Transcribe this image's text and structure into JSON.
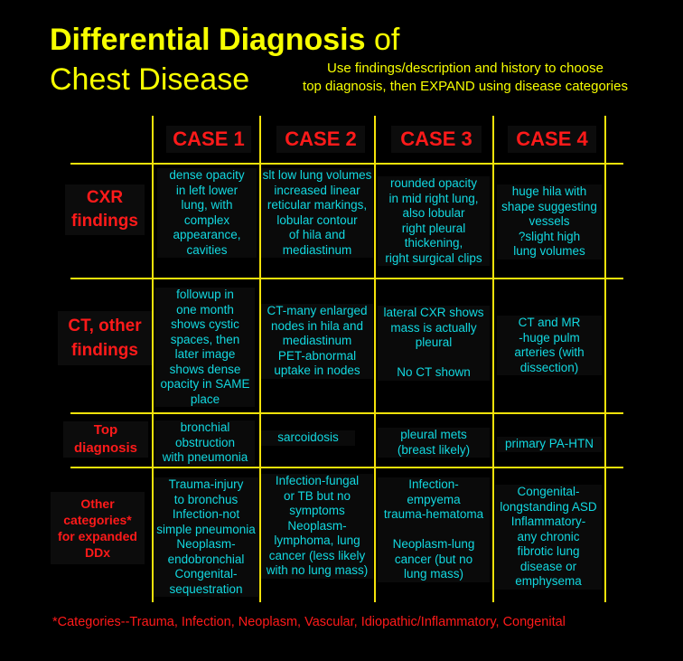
{
  "title": {
    "bold": "Differential Diagnosis",
    "tail": " of",
    "line2": "Chest Disease"
  },
  "subtitle": "Use findings/description and history to choose\ntop diagnosis, then EXPAND using disease categories",
  "columns": [
    "CASE 1",
    "CASE 2",
    "CASE 3",
    "CASE 4"
  ],
  "rows": [
    {
      "label": "CXR\nfindings",
      "cells": [
        "dense opacity\nin left lower\nlung, with\ncomplex\nappearance,\ncavities",
        "slt low lung volumes\nincreased linear\nreticular markings,\nlobular contour\nof hila and\nmediastinum",
        "rounded opacity\nin mid right lung,\nalso lobular\nright pleural\nthickening,\nright surgical clips",
        "huge hila with\nshape suggesting\nvessels\n?slight high\nlung volumes"
      ]
    },
    {
      "label": "CT, other\nfindings",
      "cells": [
        "followup in\none month\nshows cystic\nspaces, then\nlater image\nshows dense\nopacity in SAME\nplace",
        "CT-many enlarged\nnodes in hila and\nmediastinum\nPET-abnormal\nuptake in nodes",
        "lateral CXR shows\nmass is actually\npleural\n\nNo CT shown",
        "CT and MR\n-huge pulm\narteries (with\ndissection)"
      ]
    },
    {
      "label": "Top\ndiagnosis",
      "cells": [
        "bronchial\nobstruction\nwith pneumonia",
        "sarcoidosis",
        "pleural mets\n(breast likely)",
        "primary PA-HTN"
      ]
    },
    {
      "label": "Other\ncategories*\nfor expanded\nDDx",
      "cells": [
        "Trauma-injury\nto bronchus\nInfection-not\nsimple pneumonia\nNeoplasm-\nendobronchial\nCongenital-\nsequestration",
        "Infection-fungal\nor TB but no\nsymptoms\nNeoplasm-\nlymphoma, lung\ncancer (less likely\nwith no lung mass)",
        "Infection-\nempyema\ntrauma-hematoma\n\nNeoplasm-lung\ncancer (but no\nlung mass)",
        "Congenital-\nlongstanding ASD\nInflammatory-\nany chronic\nfibrotic lung\ndisease or\nemphysema"
      ]
    }
  ],
  "footnote": "*Categories--Trauma, Infection, Neoplasm, Vascular, Idiopathic/Inflammatory, Congenital"
}
